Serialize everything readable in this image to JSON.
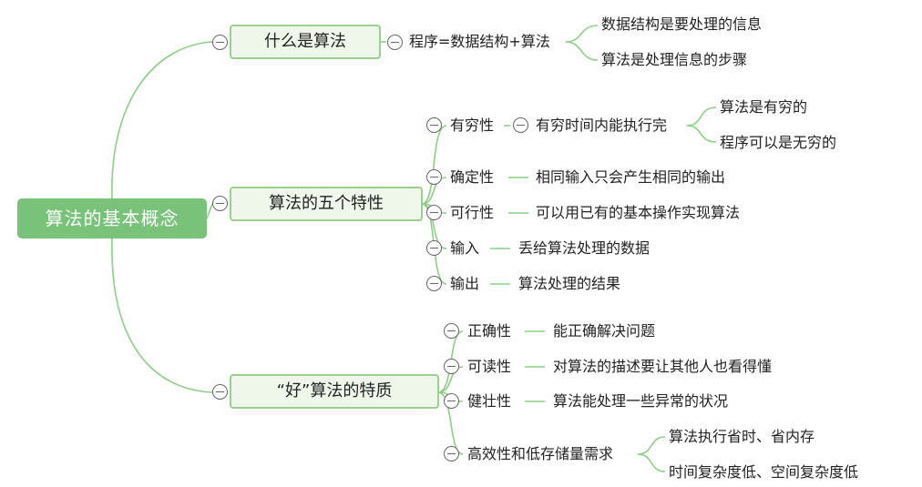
{
  "root": {
    "title": "算法的基本概念"
  },
  "branches": {
    "what": {
      "title": "什么是算法",
      "formula": "程序=数据结构+算法",
      "details": [
        "数据结构是要处理的信息",
        "算法是处理信息的步骤"
      ]
    },
    "five": {
      "title": "算法的五个特性",
      "items": [
        {
          "name": "有穷性",
          "desc": "有穷时间内能执行完",
          "sub": [
            "算法是有穷的",
            "程序可以是无穷的"
          ]
        },
        {
          "name": "确定性",
          "desc": "相同输入只会产生相同的输出"
        },
        {
          "name": "可行性",
          "desc": "可以用已有的基本操作实现算法"
        },
        {
          "name": "输入",
          "desc": "丢给算法处理的数据"
        },
        {
          "name": "输出",
          "desc": "算法处理的结果"
        }
      ]
    },
    "good": {
      "title": "“好”算法的特质",
      "items": [
        {
          "name": "正确性",
          "desc": "能正确解决问题"
        },
        {
          "name": "可读性",
          "desc": "对算法的描述要让其他人也看得懂"
        },
        {
          "name": "健壮性",
          "desc": "算法能处理一些异常的状况"
        },
        {
          "name": "高效性和低存储量需求",
          "sub": [
            "算法执行省时、省内存",
            "时间复杂度低、空间复杂度低"
          ]
        }
      ]
    }
  },
  "colors": {
    "root_fill": "#79c27a",
    "topic_fill": "#eef7ea",
    "topic_border": "#9bd18f",
    "connector": "#8ccf85"
  },
  "icons": {
    "collapse": "collapse-minus-icon"
  }
}
